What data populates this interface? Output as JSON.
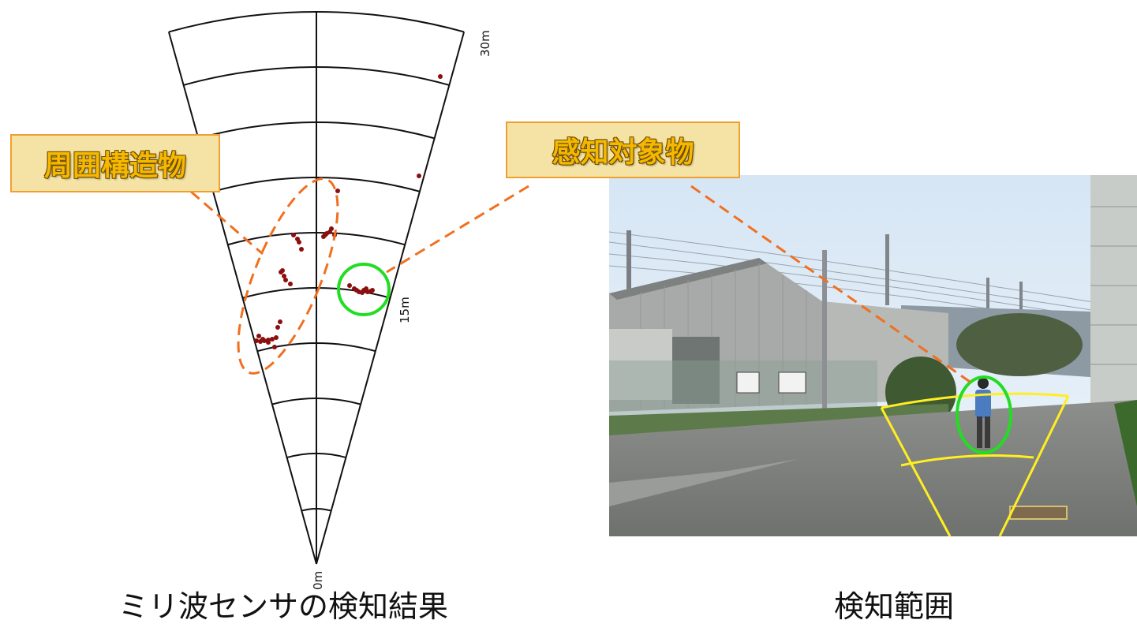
{
  "callouts": {
    "structures": "周囲構造物",
    "target": "感知対象物"
  },
  "range_labels": {
    "far": "30m",
    "mid": "15m",
    "origin": "0m"
  },
  "captions": {
    "radar": "ミリ波センサの検知結果",
    "scene": "検知範囲"
  },
  "colors": {
    "dashed_leader": "#f07020",
    "target_circle": "#22dd22",
    "detection_fan": "#ffee22",
    "radar_points": "#8b0f0f",
    "callout_fill": "#f5e3a6",
    "callout_text": "#f5b800"
  },
  "radar_points_count": 40
}
